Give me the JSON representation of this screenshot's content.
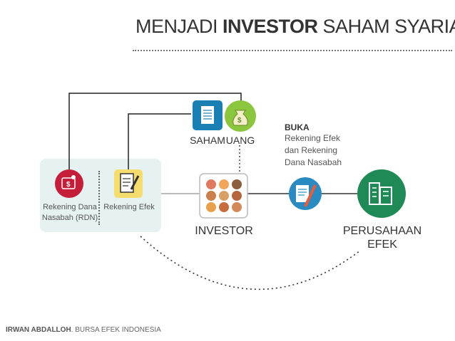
{
  "title": {
    "prefix": "MENJADI ",
    "bold": "INVESTOR",
    "suffix": " SAHAM SYARIAH"
  },
  "nodes": {
    "rdn": {
      "label_line1": "Rekening Dana",
      "label_line2": "Nasabah (RDN)",
      "icon": "money-bag-icon"
    },
    "efek": {
      "label": "Rekening Efek",
      "icon": "form-pencil-icon"
    },
    "saham": {
      "label": "SAHAM",
      "icon": "document-icon"
    },
    "uang": {
      "label": "UANG",
      "icon": "money-bag-icon"
    },
    "investor": {
      "label": "INVESTOR",
      "icon": "people-group-icon"
    },
    "perusahaan": {
      "label_line1": "PERUSAHAAN",
      "label_line2": "EFEK",
      "icon": "building-icon"
    },
    "form": {
      "icon": "form-pencil-icon"
    }
  },
  "buka": {
    "heading": "BUKA",
    "line1": "Rekening Efek",
    "line2": "dan Rekening",
    "line3": "Dana Nasabah"
  },
  "footer": {
    "author": "IRWAN ABDALLOH",
    "rest": ". BURSA EFEK INDONESIA"
  },
  "colors": {
    "blue": "#1a7fb3",
    "green": "#8cc63f",
    "red": "#c41e3a",
    "yellow": "#f5dc6e",
    "teal": "#1f8a55",
    "panel": "#e6f1f2"
  }
}
